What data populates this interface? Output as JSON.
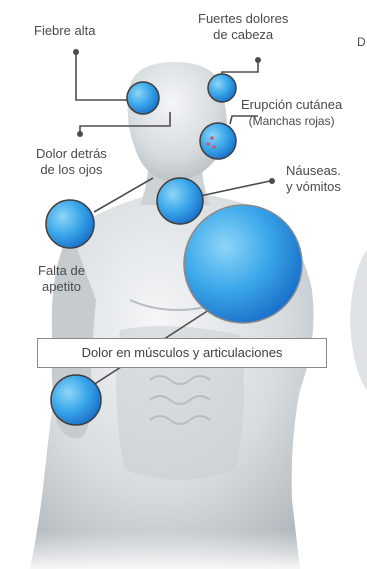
{
  "labels": {
    "fever": "Fiebre alta",
    "headache": [
      "Fuertes dolores",
      "de cabeza"
    ],
    "rash": [
      "Erupción cutánea",
      "(Manchas rojas)"
    ],
    "eye_pain": [
      "Dolor detrás",
      "de los ojos"
    ],
    "nausea": [
      "Náuseas.",
      "y vómitos"
    ],
    "appetite": [
      "Falta de",
      "apetito"
    ],
    "muscle": "Dolor en músculos y articulaciones",
    "cut_off_letter": "D"
  },
  "icons": {
    "body": "human-torso-illustration",
    "markers": [
      "forehead-spot",
      "temple-spot",
      "ear-rash-spot",
      "stomach-spot",
      "throat-spot",
      "shoulder-spot",
      "elbow-spot"
    ],
    "pins": "connector-dot"
  },
  "colors": {
    "spot_light": "#6cc6f2",
    "spot_dark": "#1e7fd6",
    "line": "#4d4d4d",
    "skin_light": "#e9ecee",
    "skin_dark": "#a9b0b5",
    "text": "#4a4a4a",
    "rash_dots": "#c45a6a"
  }
}
